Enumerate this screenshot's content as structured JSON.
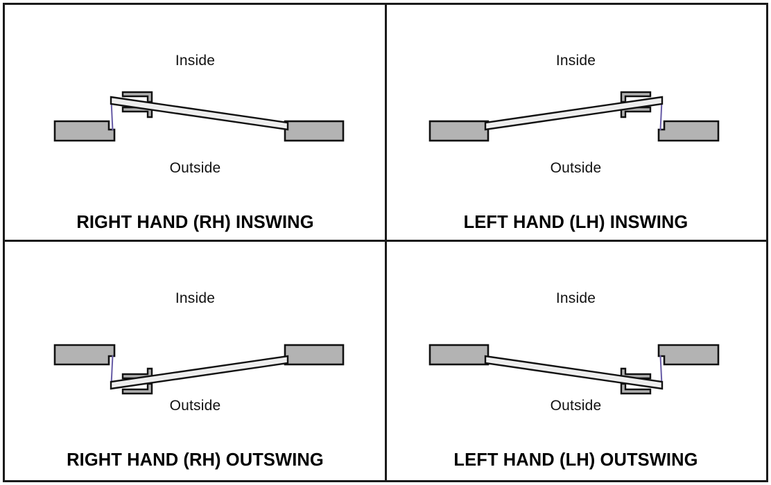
{
  "diagram": {
    "title_semantic": "door-handing-swing-reference-chart",
    "colors": {
      "border": "#1a1a1a",
      "background": "#ffffff",
      "wall_fill": "#b3b3b3",
      "wall_stroke": "#111111",
      "door_fill": "#eeeeee",
      "door_stroke": "#111111",
      "hinge_fill": "#b0b0b0",
      "hinge_stroke": "#111111",
      "gap_line": "#6a5fa8",
      "text": "#111111"
    }
  },
  "panels": [
    {
      "id": "rh-inswing",
      "caption": "RIGHT HAND (RH) INSWING",
      "inside_label": "Inside",
      "outside_label": "Outside",
      "hinge_side": "left",
      "swing": "inswing",
      "mirror": "none"
    },
    {
      "id": "lh-inswing",
      "caption": "LEFT HAND (LH) INSWING",
      "inside_label": "Inside",
      "outside_label": "Outside",
      "hinge_side": "right",
      "swing": "inswing",
      "mirror": "horizontal"
    },
    {
      "id": "rh-outswing",
      "caption": "RIGHT HAND (RH) OUTSWING",
      "inside_label": "Inside",
      "outside_label": "Outside",
      "hinge_side": "left",
      "swing": "outswing",
      "mirror": "vertical"
    },
    {
      "id": "lh-outswing",
      "caption": "LEFT HAND (LH) OUTSWING",
      "inside_label": "Inside",
      "outside_label": "Outside",
      "hinge_side": "right",
      "swing": "outswing",
      "mirror": "both"
    }
  ]
}
